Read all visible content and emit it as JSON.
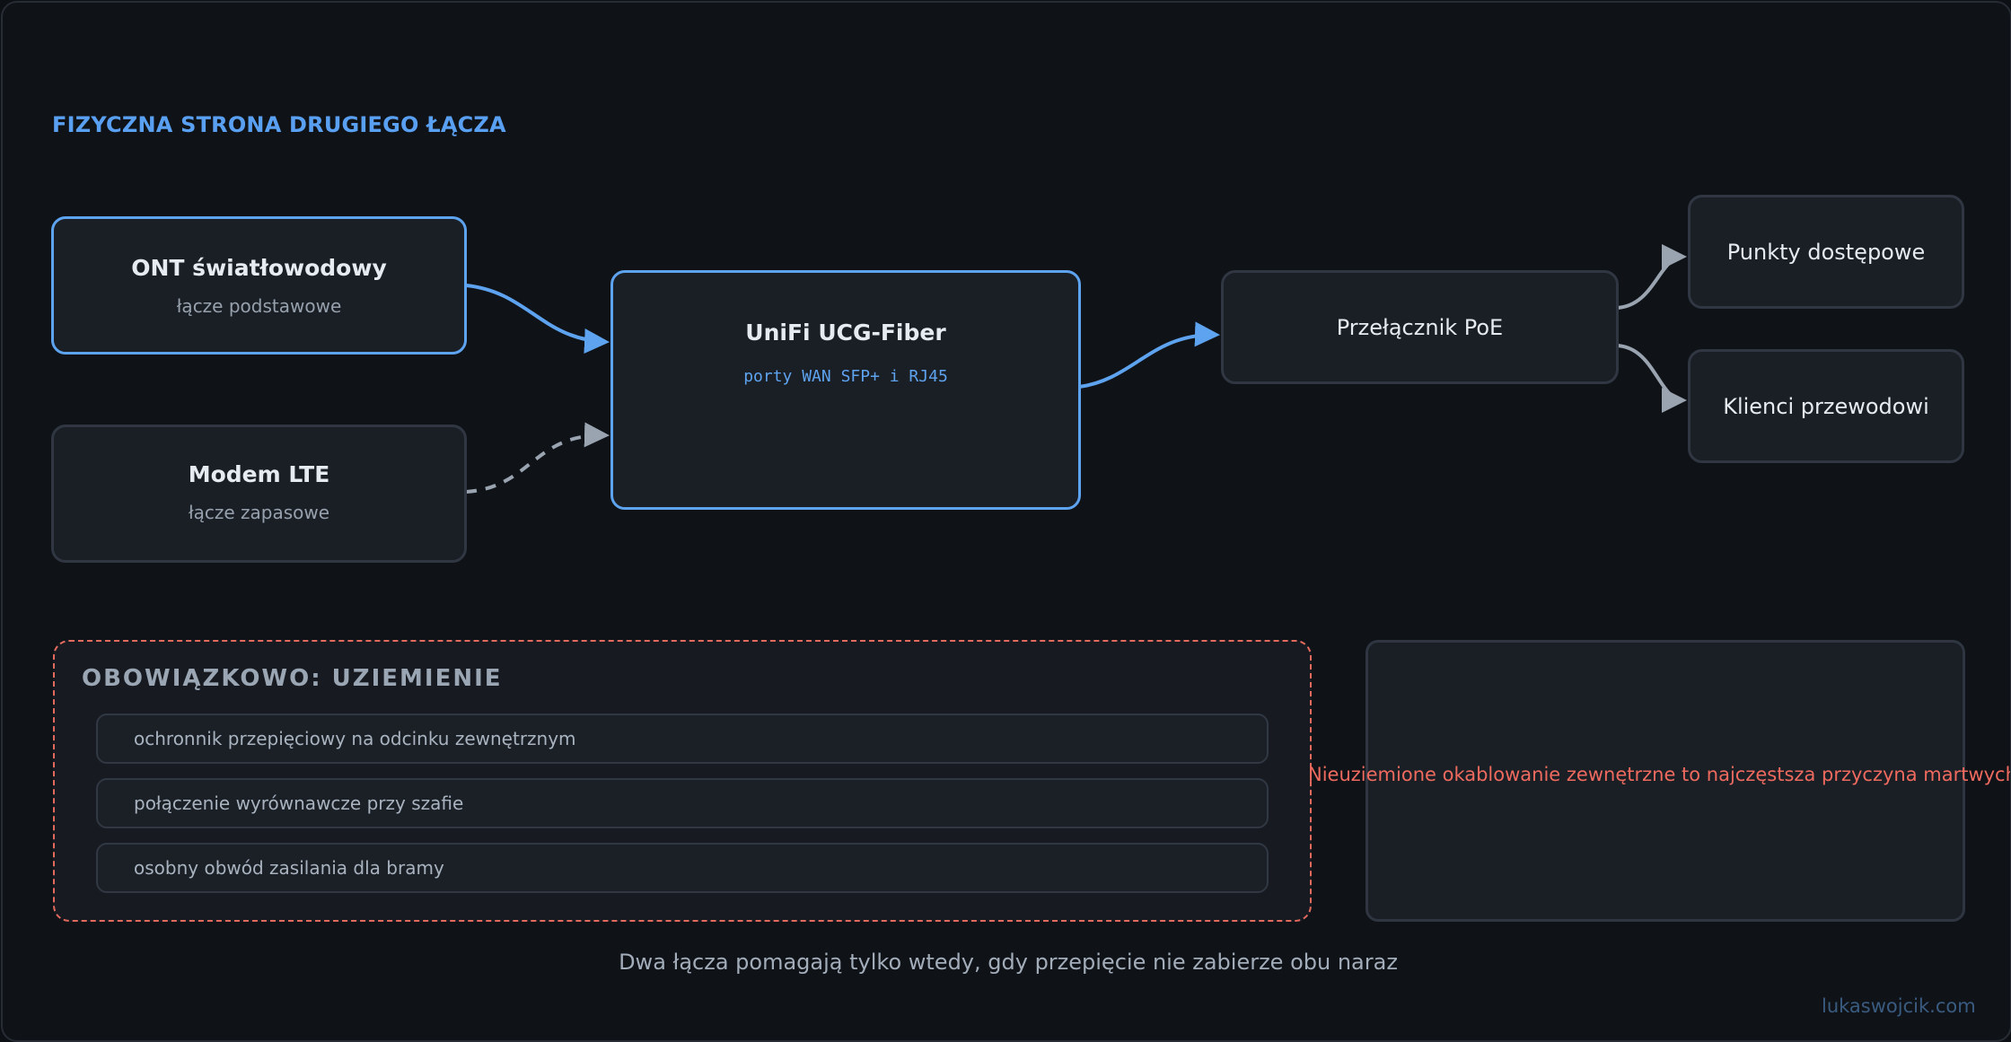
{
  "title": "FIZYCZNA STRONA DRUGIEGO ŁĄCZA",
  "nodes": {
    "ont": {
      "name": "ONT światłowodowy",
      "sub": "łącze podstawowe"
    },
    "lte": {
      "name": "Modem LTE",
      "sub": "łącze zapasowe"
    },
    "gateway": {
      "name": "UniFi UCG-Fiber",
      "sub": "porty WAN SFP+ i RJ45"
    },
    "switch": {
      "name": "Przełącznik PoE"
    },
    "ap": {
      "name": "Punkty dostępowe"
    },
    "wired": {
      "name": "Klienci przewodowi"
    }
  },
  "grounding": {
    "title": "OBOWIĄZKOWO: UZIEMIENIE",
    "items": [
      "ochronnik przepięciowy na odcinku zewnętrznym",
      "połączenie wyrównawcze przy szafie",
      "osobny obwód zasilania dla bramy"
    ]
  },
  "warning": "Nieuziemione okablowanie zewnętrzne to najczęstsza przyczyna martwych portów",
  "footer": "Dwa łącza pomagają tylko wtedy, gdy przepięcie nie zabierze obu naraz",
  "watermark": "lukaswojcik.com",
  "colors": {
    "accent": "#5ea3f0",
    "danger": "#e56a5e",
    "muted_edge": "#9aa4b1"
  },
  "edges": [
    {
      "from": "ont",
      "to": "gateway",
      "style": "solid-accent"
    },
    {
      "from": "lte",
      "to": "gateway",
      "style": "dashed-muted"
    },
    {
      "from": "gateway",
      "to": "switch",
      "style": "solid-accent"
    },
    {
      "from": "switch",
      "to": "ap",
      "style": "solid-muted"
    },
    {
      "from": "switch",
      "to": "wired",
      "style": "solid-muted"
    }
  ]
}
